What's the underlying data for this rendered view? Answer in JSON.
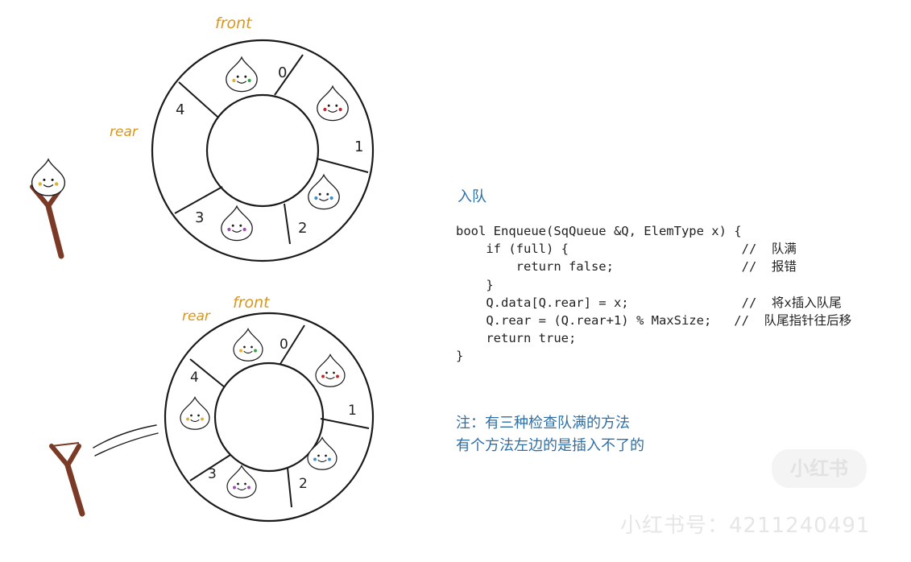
{
  "top_queue": {
    "front_label": "front",
    "rear_label": "rear",
    "slot_labels": [
      "0",
      "1",
      "2",
      "3",
      "4"
    ]
  },
  "bottom_queue": {
    "front_label": "front",
    "rear_label": "rear",
    "slot_labels": [
      "0",
      "1",
      "2",
      "3",
      "4"
    ]
  },
  "section_title": "入队",
  "code": {
    "lines": [
      "bool Enqueue(SqQueue &Q, ElemType x) {",
      "    if (full) {                       //  队满",
      "        return false;                 //  报错",
      "    }",
      "    Q.data[Q.rear] = x;               //  将x插入队尾",
      "    Q.rear = (Q.rear+1) % MaxSize;   //  队尾指针往后移",
      "    return true;",
      "}"
    ]
  },
  "note": {
    "line1": "注：有三种检查队满的方法",
    "line2": "有个方法左边的是插入不了的"
  },
  "watermark": {
    "logo_text": "小红书",
    "id_text": "小红书号：4211240491"
  },
  "colors": {
    "label_orange": "#d9961c",
    "note_blue": "#2e6fa6",
    "slingshot_brown": "#7a3a26",
    "ink": "#1a1a1a"
  }
}
